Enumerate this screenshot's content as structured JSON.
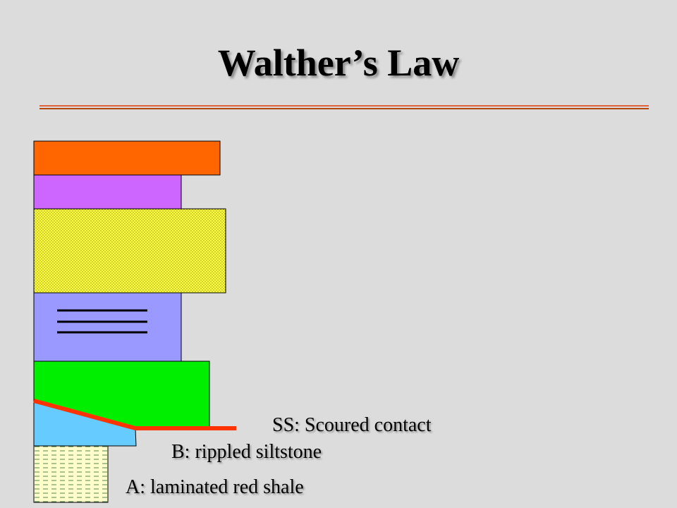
{
  "slide": {
    "title": "Walther’s Law"
  },
  "colors": {
    "background": "#dcdcdc",
    "rule_light": "#e0613a",
    "rule_dark": "#b4470e",
    "orange_bed": "#ff6600",
    "purple_bed": "#cc66ff",
    "yellow_bed": "#ffff33",
    "blue_bed": "#9999ff",
    "green_bed": "#00ee00",
    "lightblue_bed": "#66ccff",
    "shale_bed": "#ffffcc",
    "contact_line": "#ff3300"
  },
  "labels": {
    "ss": "SS: Scoured contact",
    "b": "B: rippled siltstone",
    "a": "A: laminated red shale"
  }
}
